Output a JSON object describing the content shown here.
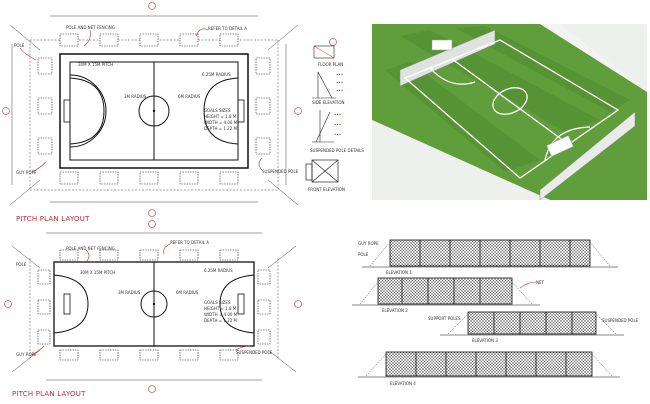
{
  "plan_top": {
    "title": "PITCH PLAN LAYOUT",
    "labels": {
      "pole_net_fencing": "POLE AND NET FENCING",
      "refer_detail": "REFER TO DETAIL A",
      "pole": "POLE",
      "goal_area": "30M X 15M PITCH",
      "radius_center": "3M RADIUS",
      "radius_arc": "6M RADIUS",
      "arc_radius_top": "6.25M RADIUS",
      "guy_rope": "GUY ROPE",
      "suspended_pole": "SUSPENDED POLE",
      "goal_size": "GOALS SIZES",
      "height": "HEIGHT = 1.8 M",
      "width": "WIDTH = 4.00 M",
      "depth": "DEPTH = 1.22 M"
    }
  },
  "plan_bottom": {
    "title": "PITCH PLAN LAYOUT",
    "labels": {
      "pole_net_fencing": "POLE AND NET FENCING",
      "refer_detail": "REFER TO DETAIL A",
      "pole": "POLE",
      "goal_area": "30M X 15M PITCH",
      "radius_center": "3M RADIUS",
      "radius_arc": "6M RADIUS",
      "arc_radius_top": "6.25M RADIUS",
      "guy_rope": "GUY ROPE",
      "suspended_pole": "SUSPENDED POLE",
      "goal_size": "GOALS SIZES",
      "height": "HEIGHT = 1.8 M",
      "width": "WIDTH = 4.00 M",
      "depth": "DEPTH = 1.22 M"
    }
  },
  "detail": {
    "labels": {
      "floor_plan": "FLOOR PLAN",
      "side_elevation": "SIDE ELEVATION",
      "suspended_pole": "SUSPENDED POLE DETAILS",
      "front_elevation": "FRONT ELEVATION"
    }
  },
  "elevations": {
    "items": [
      {
        "label": "ELEVATION 1",
        "note_left": "GUY ROPE",
        "note_left2": "POLE"
      },
      {
        "label": "ELEVATION 2",
        "note_right": "NET"
      },
      {
        "label": "ELEVATION 3",
        "note_left": "SUPPORT POLES",
        "note_right": "SUSPENDED POLE"
      },
      {
        "label": "ELEVATION 4"
      }
    ]
  },
  "colors": {
    "grass_light": "#5f9e3a",
    "grass_dark": "#3f7a2a",
    "wall": "#e9ecea",
    "annotation": "#c62828",
    "line": "#222222"
  }
}
